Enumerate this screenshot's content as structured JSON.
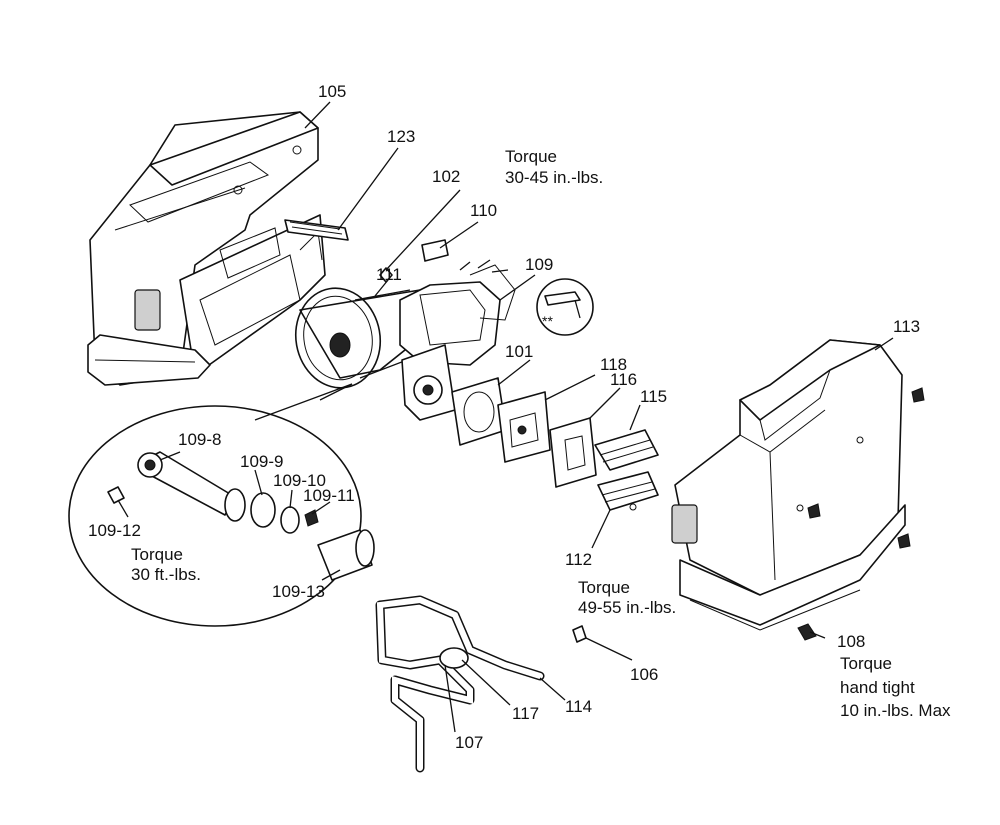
{
  "callouts": {
    "c105": "105",
    "c123": "123",
    "c102": "102",
    "c110": "110",
    "c111": "111",
    "c109": "109",
    "c101": "101",
    "c118": "118",
    "c116": "116",
    "c115": "115",
    "c113": "113",
    "c112": "112",
    "c106": "106",
    "c108": "108",
    "c114": "114",
    "c117": "117",
    "c107": "107",
    "c109_8": "109-8",
    "c109_9": "109-9",
    "c109_10": "109-10",
    "c109_11": "109-11",
    "c109_12": "109-12",
    "c109_13": "109-13",
    "doubleStar": "**"
  },
  "notes": {
    "torque1_line1": "Torque",
    "torque1_line2": "30-45 in.-lbs.",
    "torque2_line1": "Torque",
    "torque2_line2": "30 ft.-lbs.",
    "torque3_line1": "Torque",
    "torque3_line2": "49-55 in.-lbs.",
    "torque4_line1": "Torque",
    "torque4_line2": "hand tight",
    "torque4_line3": "10 in.-lbs. Max"
  }
}
